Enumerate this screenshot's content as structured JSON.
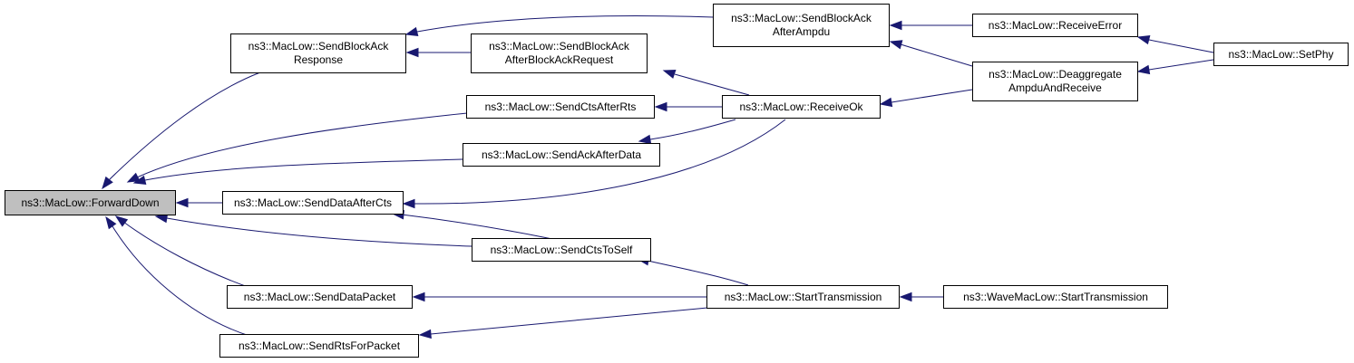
{
  "colors": {
    "edge": "#191970",
    "focus_fill": "#bfbfbf",
    "node_fill": "#ffffff",
    "node_border": "#000000"
  },
  "graph": {
    "focus": "forward_down",
    "nodes": {
      "forward_down": {
        "lines": [
          "ns3::MacLow::ForwardDown"
        ]
      },
      "send_block_ack_response": {
        "lines": [
          "ns3::MacLow::SendBlockAck",
          "Response"
        ]
      },
      "send_block_ack_after_bar": {
        "lines": [
          "ns3::MacLow::SendBlockAck",
          "AfterBlockAckRequest"
        ]
      },
      "send_block_ack_after_ampdu": {
        "lines": [
          "ns3::MacLow::SendBlockAck",
          "AfterAmpdu"
        ]
      },
      "receive_error": {
        "lines": [
          "ns3::MacLow::ReceiveError"
        ]
      },
      "set_phy": {
        "lines": [
          "ns3::MacLow::SetPhy"
        ]
      },
      "deaggregate": {
        "lines": [
          "ns3::MacLow::Deaggregate",
          "AmpduAndReceive"
        ]
      },
      "send_cts_after_rts": {
        "lines": [
          "ns3::MacLow::SendCtsAfterRts"
        ]
      },
      "receive_ok": {
        "lines": [
          "ns3::MacLow::ReceiveOk"
        ]
      },
      "send_ack_after_data": {
        "lines": [
          "ns3::MacLow::SendAckAfterData"
        ]
      },
      "send_data_after_cts": {
        "lines": [
          "ns3::MacLow::SendDataAfterCts"
        ]
      },
      "send_cts_to_self": {
        "lines": [
          "ns3::MacLow::SendCtsToSelf"
        ]
      },
      "send_data_packet": {
        "lines": [
          "ns3::MacLow::SendDataPacket"
        ]
      },
      "start_transmission": {
        "lines": [
          "ns3::MacLow::StartTransmission"
        ]
      },
      "wave_start_transmission": {
        "lines": [
          "ns3::WaveMacLow::StartTransmission"
        ]
      },
      "send_rts_for_packet": {
        "lines": [
          "ns3::MacLow::SendRtsForPacket"
        ]
      }
    },
    "edges": [
      {
        "from": "send_block_ack_response",
        "to": "forward_down"
      },
      {
        "from": "send_cts_after_rts",
        "to": "forward_down"
      },
      {
        "from": "send_ack_after_data",
        "to": "forward_down"
      },
      {
        "from": "send_data_after_cts",
        "to": "forward_down"
      },
      {
        "from": "send_cts_to_self",
        "to": "forward_down"
      },
      {
        "from": "send_data_packet",
        "to": "forward_down"
      },
      {
        "from": "send_rts_for_packet",
        "to": "forward_down"
      },
      {
        "from": "send_block_ack_after_ampdu",
        "to": "send_block_ack_response"
      },
      {
        "from": "send_block_ack_after_bar",
        "to": "send_block_ack_response"
      },
      {
        "from": "receive_error",
        "to": "send_block_ack_after_ampdu"
      },
      {
        "from": "deaggregate",
        "to": "send_block_ack_after_ampdu"
      },
      {
        "from": "receive_ok",
        "to": "send_block_ack_after_bar"
      },
      {
        "from": "set_phy",
        "to": "receive_error"
      },
      {
        "from": "set_phy",
        "to": "deaggregate"
      },
      {
        "from": "deaggregate",
        "to": "receive_ok"
      },
      {
        "from": "receive_ok",
        "to": "send_cts_after_rts"
      },
      {
        "from": "receive_ok",
        "to": "send_ack_after_data"
      },
      {
        "from": "receive_ok",
        "to": "send_data_after_cts"
      },
      {
        "from": "send_cts_to_self",
        "to": "send_data_after_cts"
      },
      {
        "from": "start_transmission",
        "to": "send_cts_to_self"
      },
      {
        "from": "start_transmission",
        "to": "send_data_packet"
      },
      {
        "from": "start_transmission",
        "to": "send_rts_for_packet"
      },
      {
        "from": "wave_start_transmission",
        "to": "start_transmission"
      }
    ]
  }
}
